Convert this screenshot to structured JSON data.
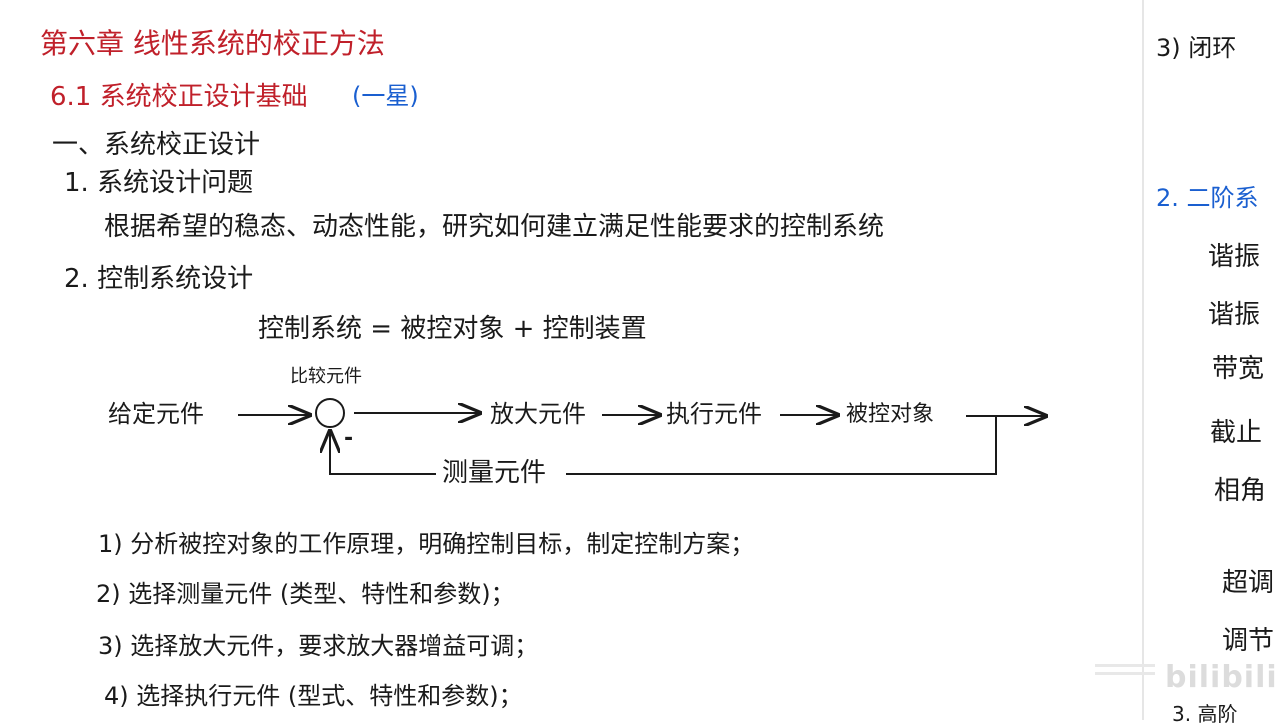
{
  "chapter": {
    "title": "第六章  线性系统的校正方法",
    "section": "6.1  系统校正设计基础",
    "section_tag": "(一星)"
  },
  "outline": {
    "h1": "一、系统校正设计",
    "item1_title": "1. 系统设计问题",
    "item1_body": "根据希望的稳态、动态性能，研究如何建立满足性能要求的控制系统",
    "item2_title": "2. 控制系统设计",
    "equation": "控制系统 = 被控对象 + 控制装置"
  },
  "diagram": {
    "comparator_label": "比较元件",
    "input_label": "给定元件",
    "amplifier_label": "放大元件",
    "actuator_label": "执行元件",
    "plant_label": "被控对象",
    "sensor_label": "测量元件",
    "minus_sign": "-"
  },
  "steps": [
    "1) 分析被控对象的工作原理，明确控制目标，制定控制方案；",
    "2) 选择测量元件 (类型、特性和参数)；",
    "3) 选择放大元件，要求放大器增益可调；",
    "4) 选择执行元件 (型式、特性和参数)；"
  ],
  "right_column": {
    "item3": "3) 闭环",
    "section2": "2. 二阶系",
    "lines": [
      "谐振",
      "谐振",
      "带宽",
      "截止",
      "相角",
      "超调",
      "调节"
    ],
    "bottom": "3. 高阶"
  },
  "watermark": "bilibili",
  "colors": {
    "heading_red": "#c0202a",
    "heading_blue": "#1a5fd0",
    "ink": "#1a1a1a"
  }
}
